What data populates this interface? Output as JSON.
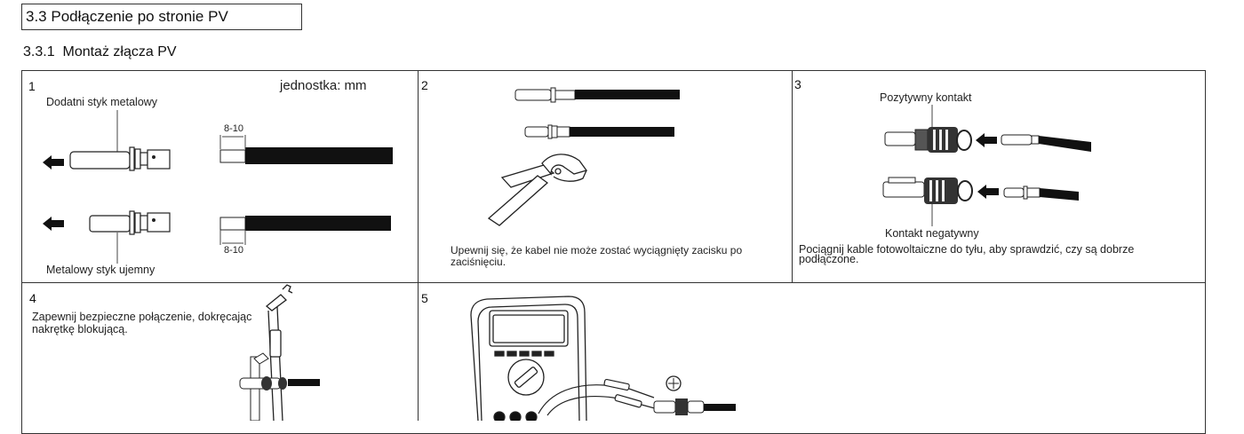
{
  "section": {
    "number": "3.3",
    "title": "Podłączenie po stronie PV"
  },
  "subsection": {
    "number": "3.3.1",
    "title": "Montaż złącza PV"
  },
  "steps": [
    {
      "number": "1",
      "unit": "jednostka: mm",
      "labels": {
        "positive": "Dodatni styk metalowy",
        "negative": "Metalowy styk ujemny",
        "strip_top": "8-10",
        "strip_bottom": "8-10"
      }
    },
    {
      "number": "2",
      "description": "Upewnij się, że kabel nie może zostać wyciągnięty zacisku po zaciśnięciu."
    },
    {
      "number": "3",
      "labels": {
        "positive": "Pozytywny kontakt",
        "negative": "Kontakt negatywny"
      },
      "description": "Pociągnij kable fotowoltaiczne do tyłu, aby sprawdzić, czy są dobrze podłączone."
    },
    {
      "number": "4",
      "description": "Zapewnij bezpieczne połączenie, dokręcając nakrętkę blokującą."
    },
    {
      "number": "5"
    }
  ]
}
